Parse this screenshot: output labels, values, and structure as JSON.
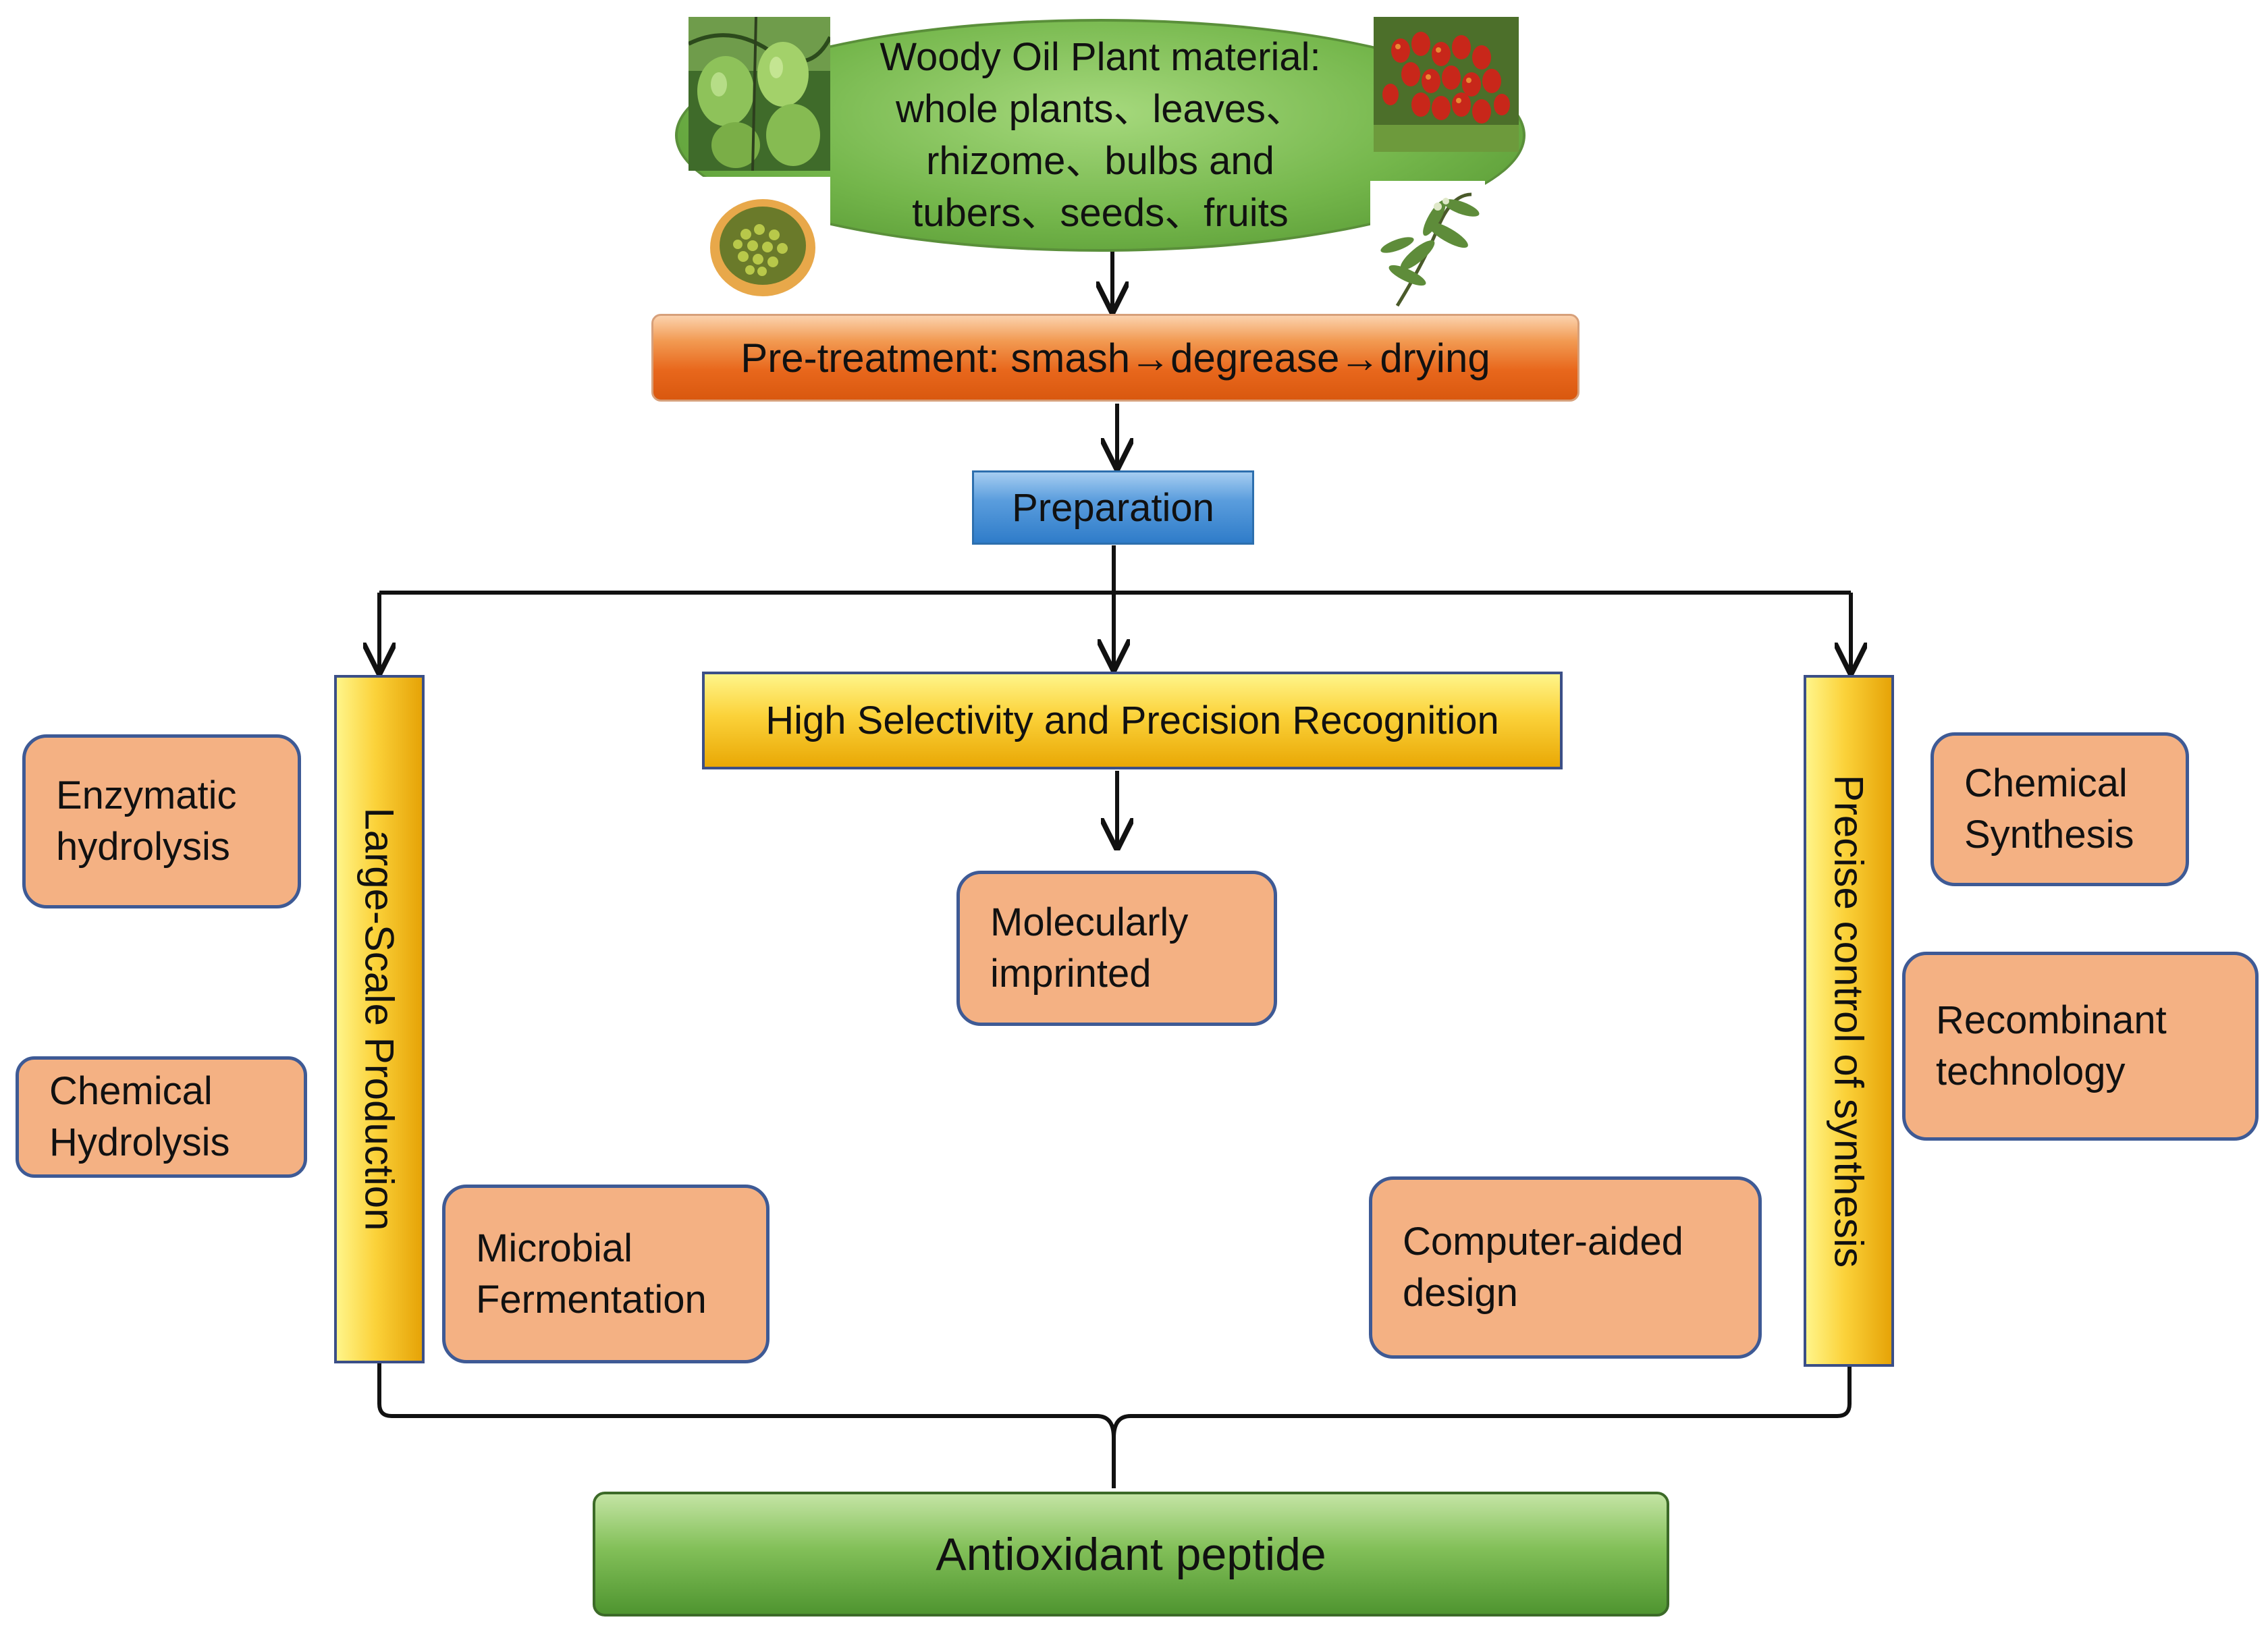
{
  "source": {
    "lines": [
      "Woody Oil Plant material:",
      "whole plants、leaves、",
      "rhizome、bulbs and",
      "tubers、seeds、fruits"
    ]
  },
  "photos": {
    "top_left": "green-fruits-photo",
    "bottom_left": "seeds-bowl-photo",
    "top_right": "red-berries-photo",
    "bottom_right": "leafy-branch-photo"
  },
  "pretreatment": {
    "label": "Pre-treatment: smash→degrease→drying"
  },
  "preparation": {
    "label": "Preparation"
  },
  "branches": {
    "large_scale": {
      "label": "Large-Scale Production"
    },
    "high_selectivity": {
      "label": "High Selectivity and Precision Recognition"
    },
    "precise_control": {
      "label": "Precise control of synthesis"
    }
  },
  "methods": {
    "enzymatic": {
      "lines": [
        "Enzymatic",
        "hydrolysis"
      ]
    },
    "chemical_hydrolysis": {
      "lines": [
        "Chemical",
        "Hydrolysis"
      ]
    },
    "microbial": {
      "lines": [
        "Microbial",
        "Fermentation"
      ]
    },
    "molecularly": {
      "lines": [
        "Molecularly",
        "imprinted"
      ]
    },
    "computer_aided": {
      "lines": [
        "Computer-aided",
        "design"
      ]
    },
    "chemical_synthesis": {
      "lines": [
        "Chemical",
        "Synthesis"
      ]
    },
    "recombinant": {
      "lines": [
        "Recombinant",
        "technology"
      ]
    }
  },
  "result": {
    "label": "Antioxidant peptide"
  },
  "colors": {
    "orange_box": "#f4b183",
    "box_border": "#3e5a95",
    "yellow_bar": "#fbd23a",
    "blue_box": "#2f7cc9",
    "green_box": "#4f9530",
    "pretreat_orange": "#e8671c"
  }
}
